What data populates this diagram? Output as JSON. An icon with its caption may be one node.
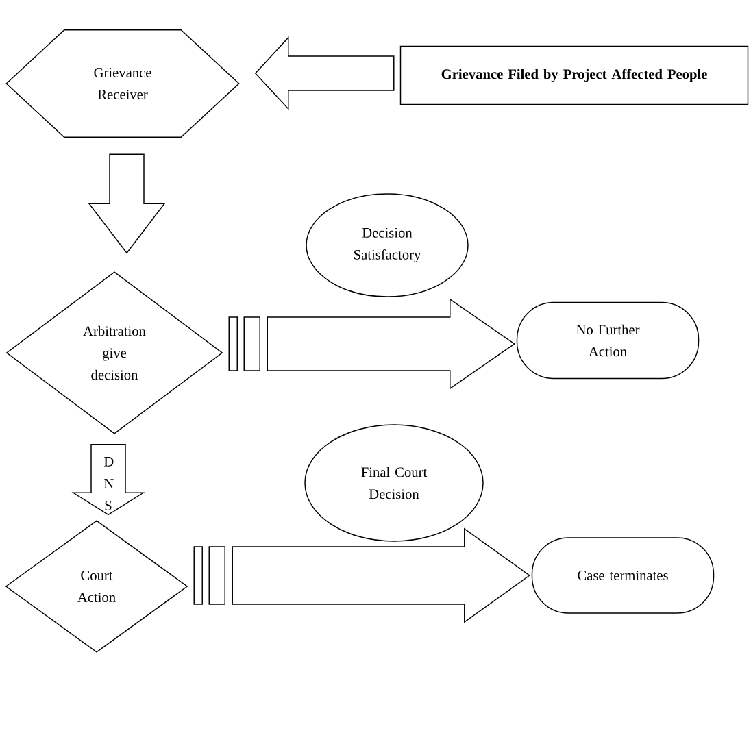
{
  "diagram": {
    "nodes": [
      {
        "text": [
          "Grievance Receiver"
        ]
      },
      {
        "text": [
          "Grievance Filed by Project Affected People"
        ]
      },
      {
        "text": [
          "Arbitration give decision"
        ]
      },
      {
        "text": [
          "Decision Satisfactory"
        ]
      },
      {
        "text": [
          "No Further Action"
        ]
      },
      {
        "text": [
          "Court Action"
        ]
      },
      {
        "text": [
          "Final Court Decision"
        ]
      },
      {
        "text": [
          "Case terminates"
        ]
      }
    ],
    "edges": [
      {
        "from": 1,
        "to": 0,
        "arrow": "to"
      },
      {
        "from": 0,
        "to": 2,
        "arrow": "to"
      },
      {
        "from": 2,
        "to": 4,
        "arrow": "to"
      },
      {
        "from": 2,
        "to": 5,
        "arrow": "to",
        "label": "D N S"
      },
      {
        "from": 5,
        "to": 7,
        "arrow": "to"
      }
    ]
  }
}
